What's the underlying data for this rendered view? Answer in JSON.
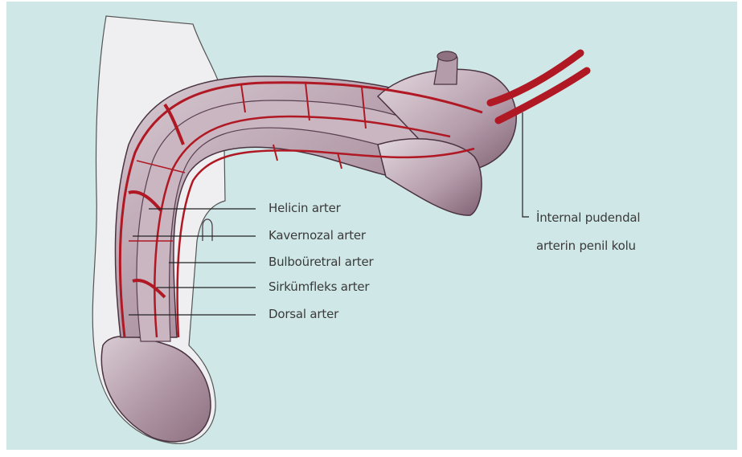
{
  "labels": {
    "helicin": "Helicin arter",
    "kavernozal": "Kavernozal arter",
    "bulbouretral": "Bulboüretral arter",
    "sirkumfleks": "Sirkümfleks arter",
    "dorsal": "Dorsal arter",
    "internal_line1": "İnternal pudendal",
    "internal_line2": "arterin penil kolu"
  },
  "colors": {
    "background": "#cfe7e7",
    "artery": "#b01824",
    "tissue": "#b7a3b0",
    "tissue_dark": "#7c6070",
    "skin": "#efeef0",
    "leader": "#222222"
  }
}
